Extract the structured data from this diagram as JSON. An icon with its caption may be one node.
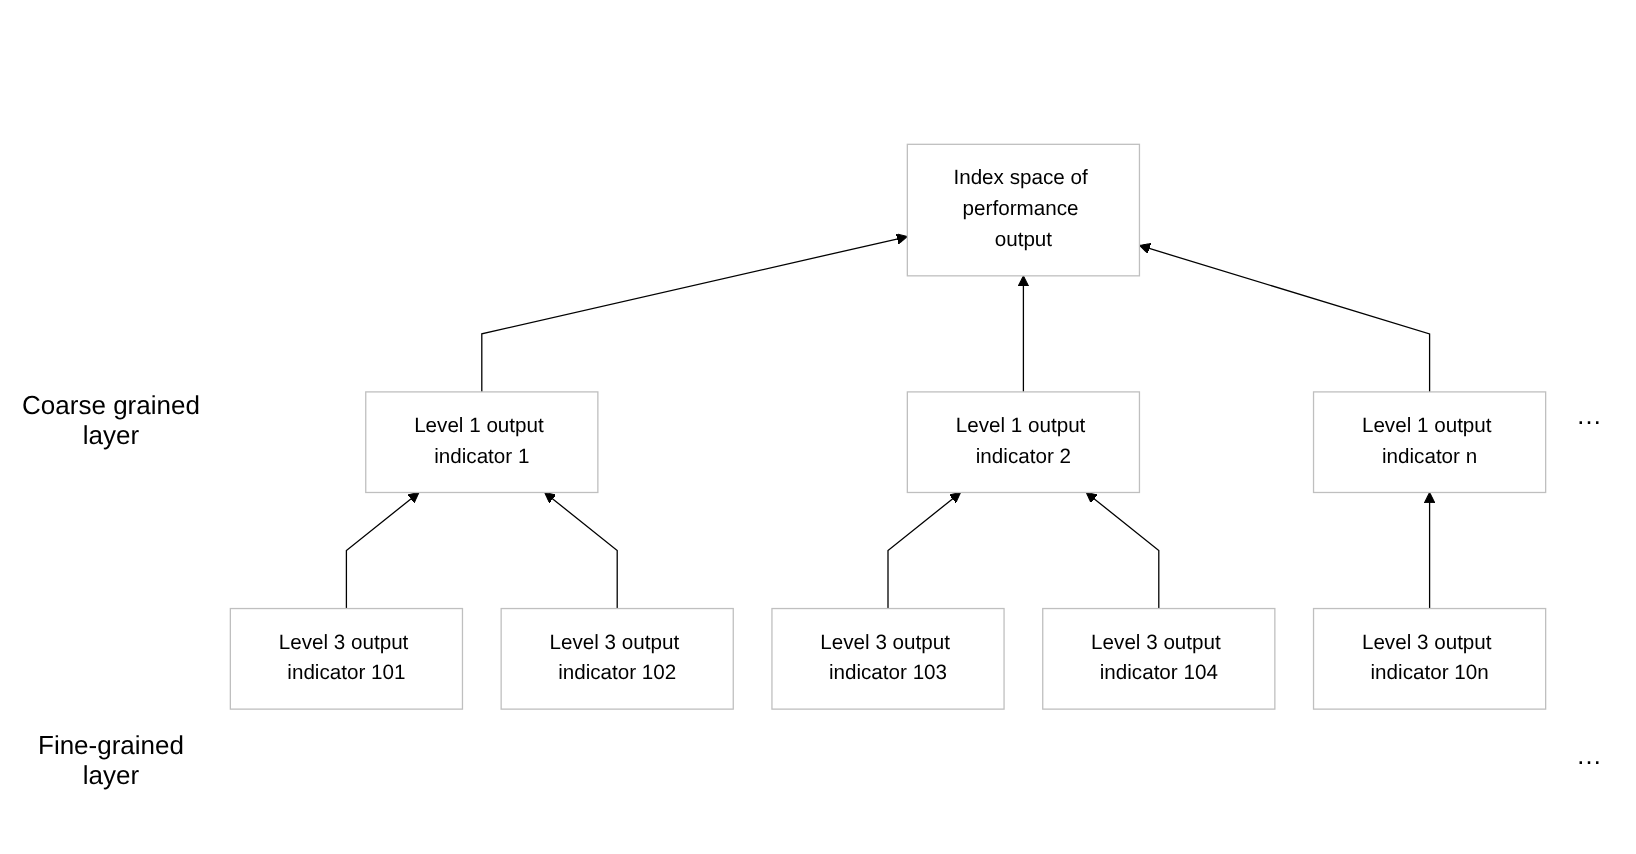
{
  "diagram": {
    "nodes": [
      {
        "text": [
          "Index space of performance output"
        ]
      },
      {
        "text": [
          "Level 1 output indicator 1"
        ]
      },
      {
        "text": [
          "Level 1 output indicator 2"
        ]
      },
      {
        "text": [
          "Level 1 output indicator n"
        ]
      },
      {
        "text": [
          "Level 3 output indicator 101"
        ]
      },
      {
        "text": [
          "Level 3 output indicator 102"
        ]
      },
      {
        "text": [
          "Level 3 output indicator 103"
        ]
      },
      {
        "text": [
          "Level 3 output indicator 104"
        ]
      },
      {
        "text": [
          "Level 3 output indicator 10n"
        ]
      }
    ],
    "edges": [
      {
        "from": 1,
        "to": 0,
        "arrow": "to"
      },
      {
        "from": 2,
        "to": 0,
        "arrow": "to"
      },
      {
        "from": 3,
        "to": 0,
        "arrow": "to"
      },
      {
        "from": 4,
        "to": 1,
        "arrow": "to"
      },
      {
        "from": 5,
        "to": 1,
        "arrow": "to"
      },
      {
        "from": 6,
        "to": 2,
        "arrow": "to"
      },
      {
        "from": 7,
        "to": 2,
        "arrow": "to"
      },
      {
        "from": 8,
        "to": 3,
        "arrow": "to"
      }
    ],
    "labels": [
      "Coarse grained layer",
      "…",
      "Fine-grained layer",
      "…"
    ]
  }
}
